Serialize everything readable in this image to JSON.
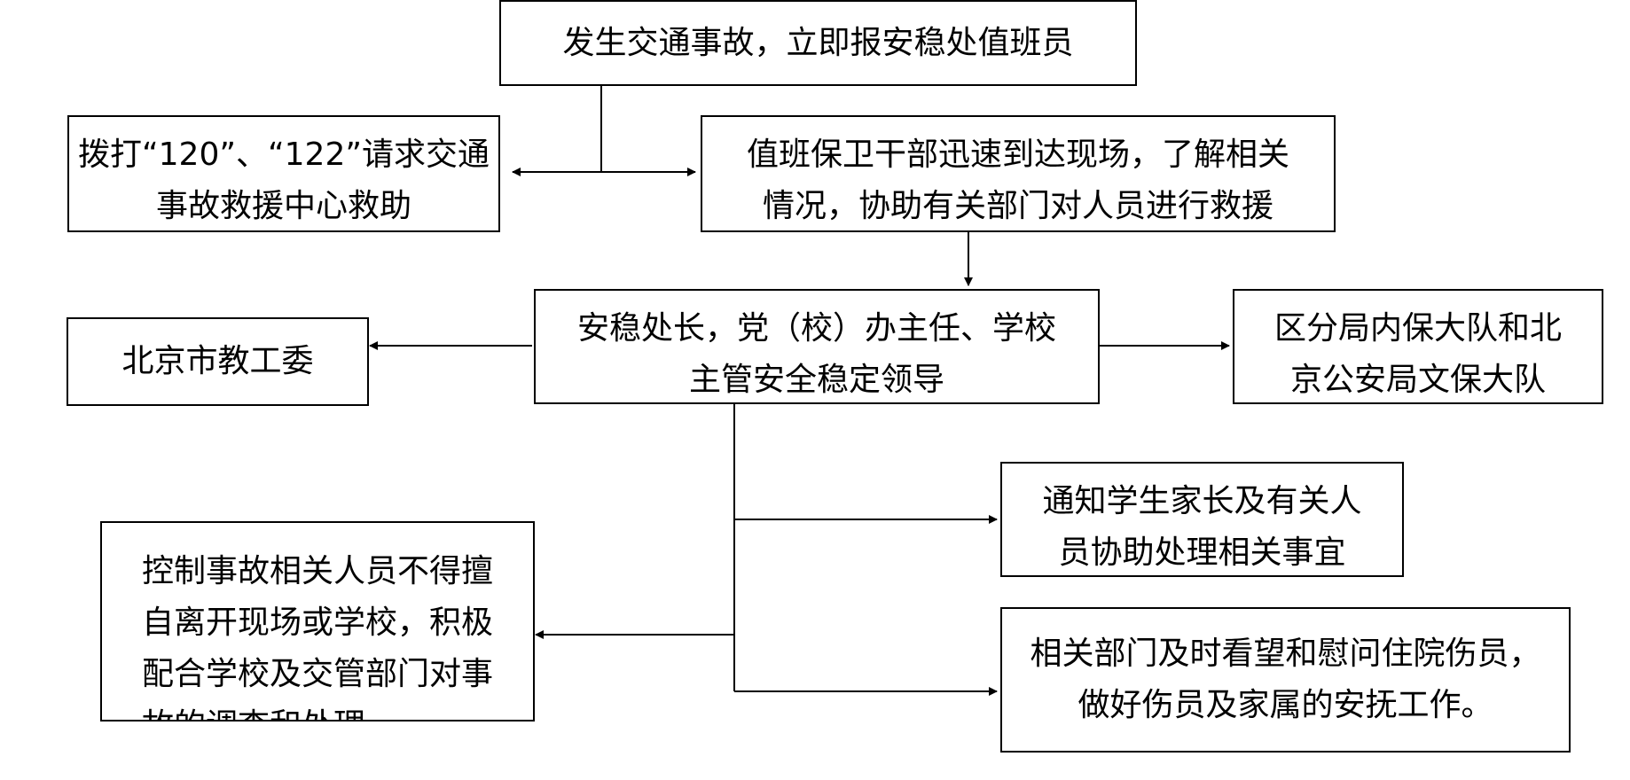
{
  "diagram": {
    "nodes": {
      "report": "发生交通事故，立即报安稳处值班员",
      "call_rescue": "拨打“120”、“122”请求交通\n事故救援中心救助",
      "security_onsite": "值班保卫干部迅速到达现场，了解相关\n情况，协助有关部门对人员进行救援",
      "leaders": "安稳处长，党（校）办主任、学校\n主管安全稳定领导",
      "education_committee": "北京市教工委",
      "police": "区分局内保大队和北\n京公安局文保大队",
      "notify_parents": "通知学生家长及有关人\n员协助处理相关事宜",
      "control_persons": "控制事故相关人员不得擅\n自离开现场或学校，积极\n配合学校及交管部门对事\n故的调查和处理",
      "visit_injured": "相关部门及时看望和慰问住院伤员，\n做好伤员及家属的安抚工作。"
    },
    "line_color": "#000000",
    "border_color": "#000000",
    "background": "#ffffff"
  }
}
